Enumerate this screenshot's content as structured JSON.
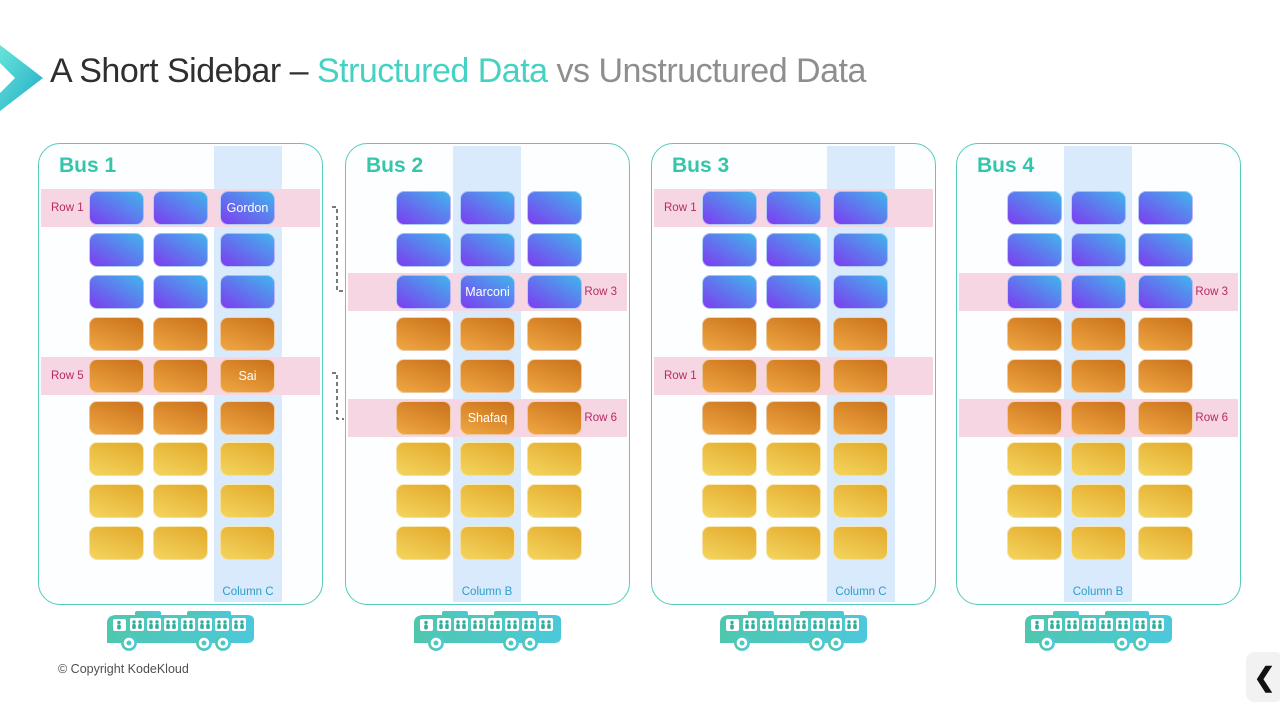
{
  "header": {
    "title_dark": "A Short Sidebar – ",
    "title_teal": "Structured Data",
    "title_gray": " vs Unstructured Data"
  },
  "buses": [
    {
      "name": "Bus 1",
      "highlight_column": 3,
      "column_label": "Column C",
      "row_bands": [
        {
          "row": 1,
          "label": "Row 1",
          "side": "left"
        },
        {
          "row": 5,
          "label": "Row 5",
          "side": "left"
        }
      ],
      "named_seats": [
        {
          "row": 1,
          "col": 3,
          "name": "Gordon"
        },
        {
          "row": 5,
          "col": 3,
          "name": "Sai"
        }
      ]
    },
    {
      "name": "Bus 2",
      "highlight_column": 2,
      "column_label": "Column B",
      "row_bands": [
        {
          "row": 3,
          "label": "Row 3",
          "side": "right"
        },
        {
          "row": 6,
          "label": "Row 6",
          "side": "right"
        }
      ],
      "named_seats": [
        {
          "row": 3,
          "col": 2,
          "name": "Marconi"
        },
        {
          "row": 6,
          "col": 2,
          "name": "Shafaq"
        }
      ]
    },
    {
      "name": "Bus 3",
      "highlight_column": 3,
      "column_label": "Column C",
      "row_bands": [
        {
          "row": 1,
          "label": "Row 1",
          "side": "left"
        },
        {
          "row": 5,
          "label": "Row 1",
          "side": "left"
        }
      ],
      "named_seats": []
    },
    {
      "name": "Bus 4",
      "highlight_column": 2,
      "column_label": "Column B",
      "row_bands": [
        {
          "row": 3,
          "label": "Row 3",
          "side": "right"
        },
        {
          "row": 6,
          "label": "Row 6",
          "side": "right"
        }
      ],
      "named_seats": []
    }
  ],
  "grid": {
    "rows": 9,
    "cols": 3,
    "row_colors": [
      "blue",
      "blue",
      "blue",
      "orange",
      "orange",
      "orange",
      "yellow",
      "yellow",
      "yellow"
    ]
  },
  "footer": {
    "copyright": "© Copyright KodeKloud"
  },
  "nav": {
    "back_glyph": "❮"
  },
  "colors": {
    "accent_teal": "#45d2c3",
    "title_dark": "#2f2f2f",
    "title_gray": "#8e8e8e",
    "panel_border": "#56cabc",
    "bus_title": "#35c5ab",
    "row_highlight": "#f6d6e3",
    "column_highlight": "#d8eafc",
    "row_label": "#b62a63",
    "column_label": "#2e9ec9",
    "seat_blue_start": "#41b5ec",
    "seat_blue_end": "#7d3cf0",
    "seat_orange_start": "#c9711a",
    "seat_orange_end": "#f0a743",
    "seat_yellow_start": "#e2a82b",
    "seat_yellow_end": "#f4d55e",
    "bus_icon_start": "#4fc7ae",
    "bus_icon_end": "#4cc8dc",
    "bus_icon_figure": "#2fae9f"
  }
}
